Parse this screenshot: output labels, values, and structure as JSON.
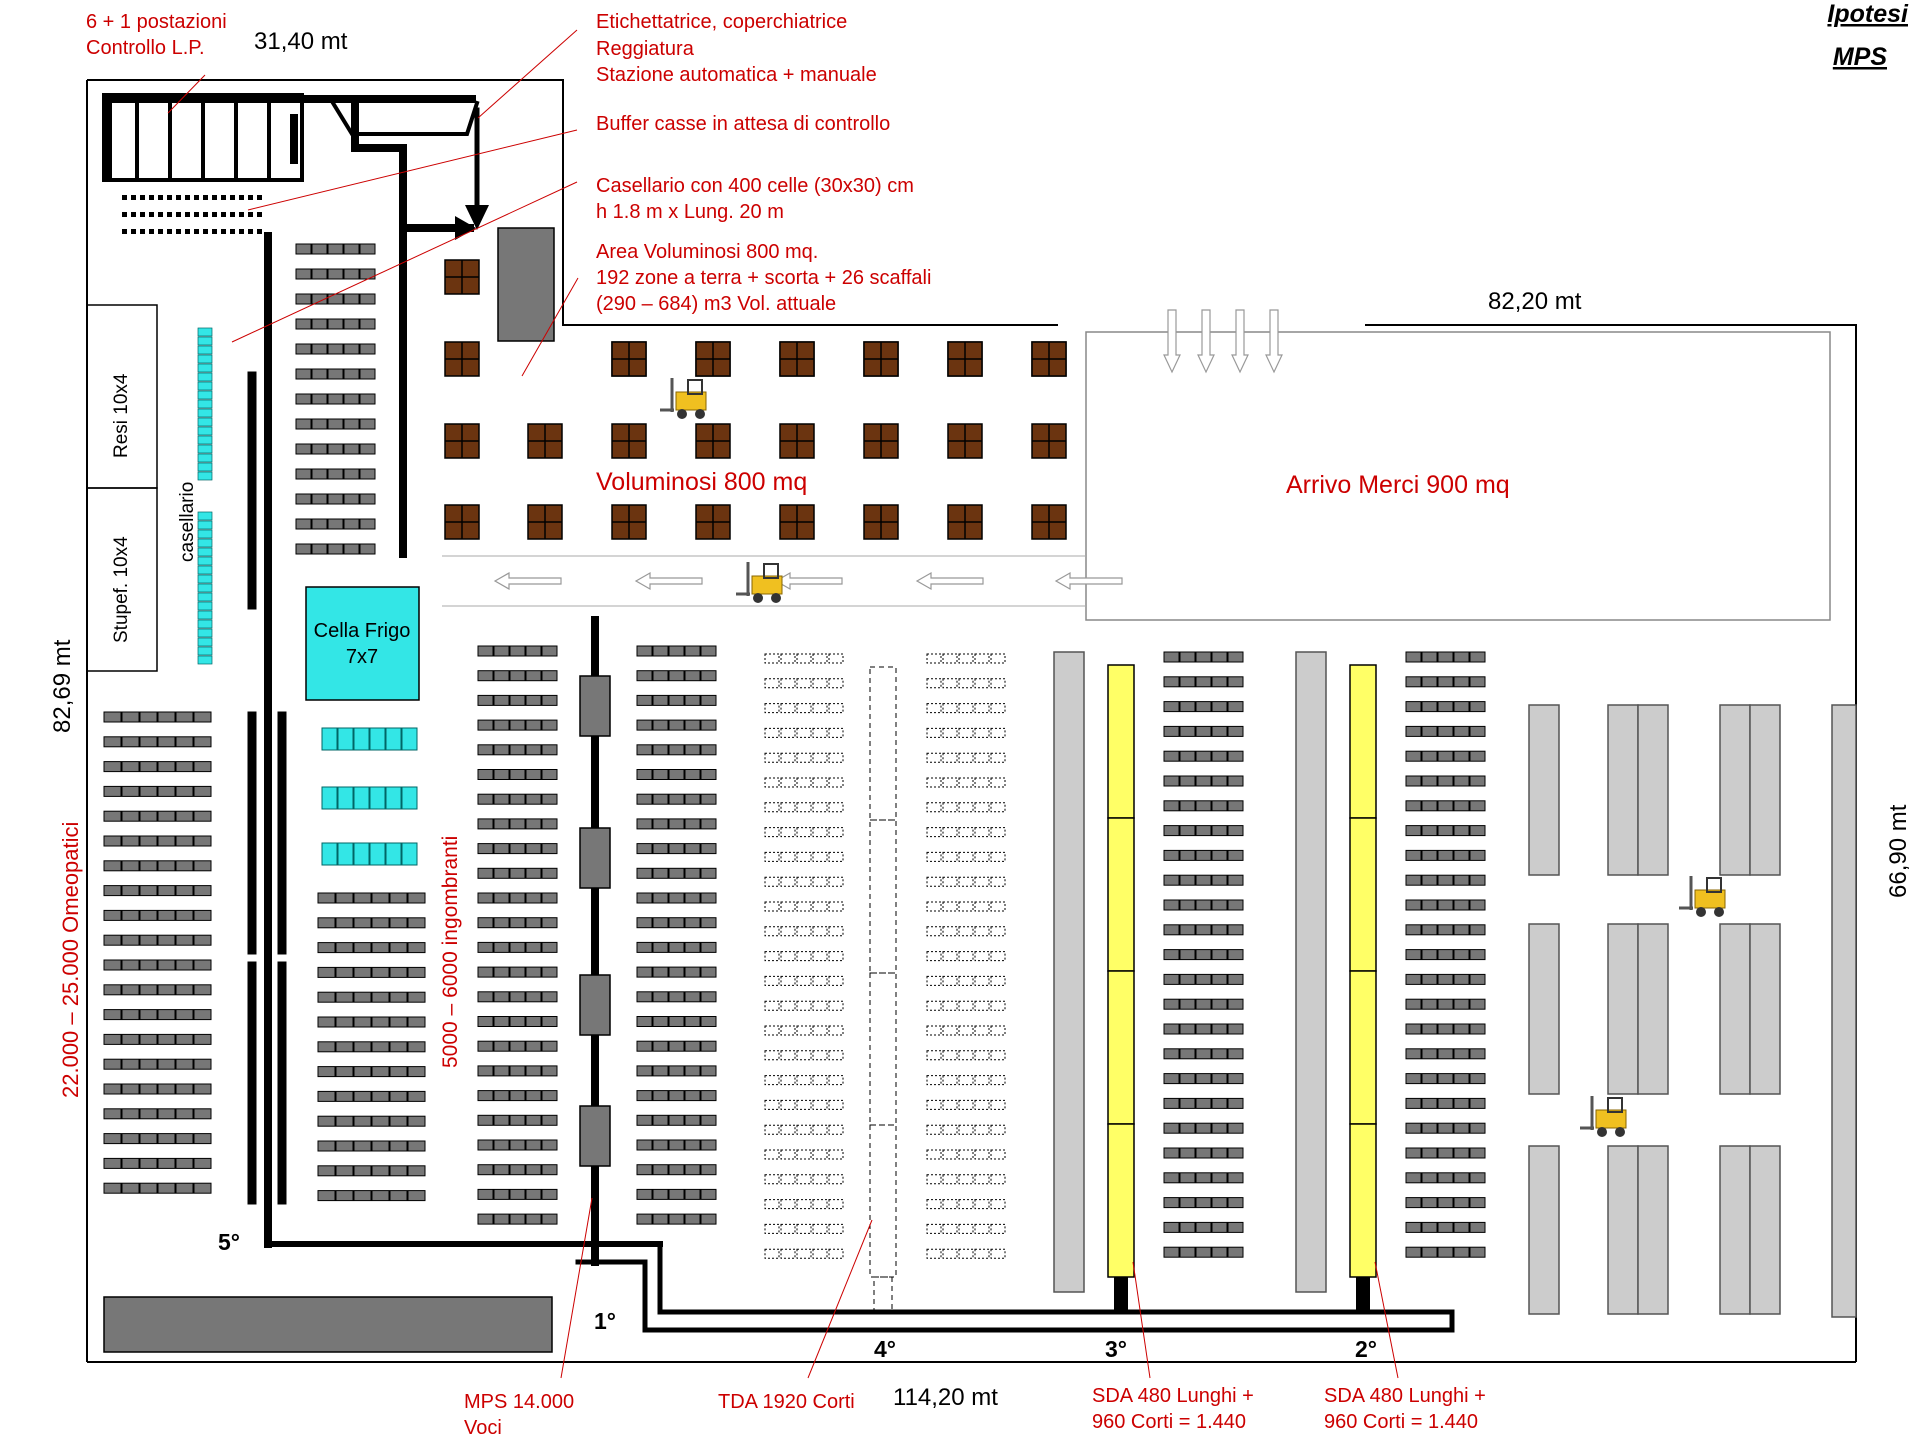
{
  "title": {
    "line1": "Ipotesi",
    "line2": "MPS"
  },
  "dimensions": {
    "top_left_width": "31,40 mt",
    "top_right_width": "82,20 mt",
    "bottom_width": "114,20 mt",
    "left_height": "82,69 mt",
    "right_height": "66,90 mt"
  },
  "annotations": {
    "postazioni": [
      "6 + 1 postazioni",
      "Controllo L.P."
    ],
    "etichettatrice": [
      "Etichettatrice, coperchiatrice",
      "Reggiatura",
      "Stazione automatica + manuale"
    ],
    "buffer": [
      "Buffer casse in attesa di controllo"
    ],
    "casellario_celle": [
      "Casellario con 400 celle (30x30) cm",
      "h 1.8 m x Lung. 20 m"
    ],
    "area_voluminosi": [
      "Area Voluminosi  800 mq.",
      "192 zone a terra + scorta + 26 scaffali",
      "(290 – 684) m3 Vol. attuale"
    ]
  },
  "areas": {
    "resi": "Resi 10x4",
    "stupef": "Stupef. 10x4",
    "casellario": "casellario",
    "cella_frigo": [
      "Cella Frigo",
      "7x7"
    ],
    "voluminosi": "Voluminosi 800 mq",
    "arrivo_merci": "Arrivo Merci 900 mq",
    "omeopatici": "22.000 – 25.000 Omeopatici",
    "ingombranti": "5000 – 6000 ingombranti"
  },
  "stations": {
    "s1": "1°",
    "s2": "2°",
    "s3": "3°",
    "s4": "4°",
    "s5": "5°"
  },
  "bottom_labels": {
    "mps": [
      "MPS 14.000",
      "Voci"
    ],
    "tda": "TDA 1920 Corti",
    "sda3": [
      "SDA 480 Lunghi +",
      "960 Corti = 1.440"
    ],
    "sda2": [
      "SDA 480 Lunghi +",
      "960 Corti = 1.440"
    ]
  },
  "colors": {
    "annotation": "#cc0000",
    "pallet": "#6b3410",
    "cold_cell": "#33e6e6",
    "conveyor_yellow": "#ffff66",
    "grey_rack": "#cccccc",
    "dark_block": "#777777"
  }
}
